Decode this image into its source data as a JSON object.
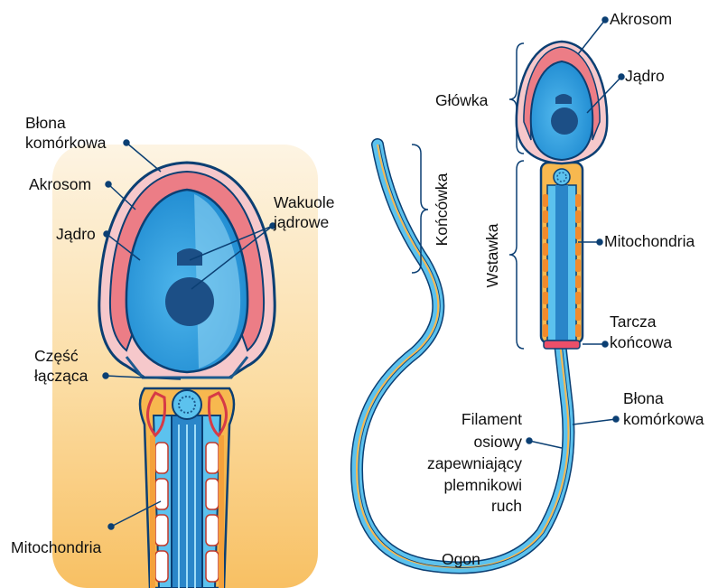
{
  "colors": {
    "background_gradient_top": "#fdf3e0",
    "background_gradient_bottom": "#f9c46a",
    "nucleus_blue": "#1a8fd6",
    "nucleus_light": "#5fc3f0",
    "acrosome_pink": "#ee7f86",
    "membrane_pink": "#f4b1b6",
    "mitochondria_orange": "#f4a13b",
    "dark_blue": "#1c5a8f",
    "outline": "#0b3f73"
  },
  "left_detail": {
    "labels": {
      "cell_membrane_line1": "Błona",
      "cell_membrane_line2": "komórkowa",
      "acrosome": "Akrosom",
      "nucleus": "Jądro",
      "vacuoles_line1": "Wakuole",
      "vacuoles_line2": "jądrowe",
      "connecting_piece_line1": "Część",
      "connecting_piece_line2": "łącząca",
      "mitochondria": "Mitochondria"
    }
  },
  "right_full": {
    "labels": {
      "acrosome": "Akrosom",
      "nucleus": "Jądro",
      "head": "Główka",
      "midpiece": "Wstawka",
      "mitochondria": "Mitochondria",
      "end_disc_line1": "Tarcza",
      "end_disc_line2": "końcowa",
      "cell_membrane_line1": "Błona",
      "cell_membrane_line2": "komórkowa",
      "axial_filament_line1": "Filament",
      "axial_filament_line2": "osiowy",
      "axial_filament_line3": "zapewniający",
      "axial_filament_line4": "plemnikowi",
      "axial_filament_line5": "ruch",
      "tail": "Ogon",
      "end_piece": "Końcówka"
    }
  }
}
